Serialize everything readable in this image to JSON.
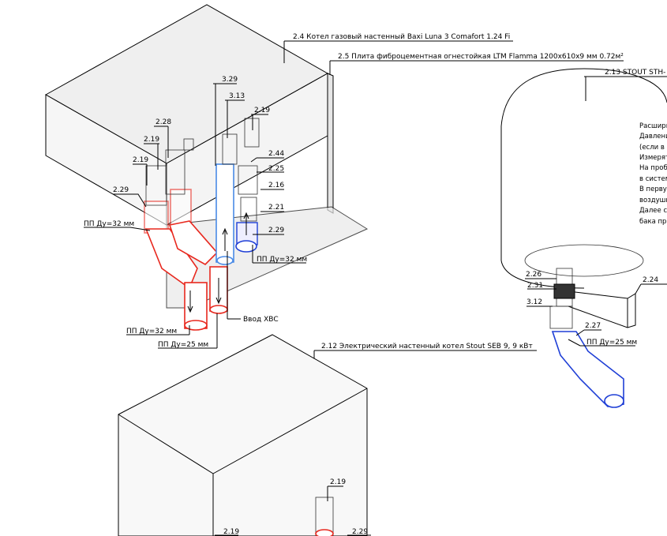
{
  "labels": {
    "boiler_gas": "2.4 Котел газовый настенный Baxi Luna 3 Comafort 1.24 Fi",
    "plate": "2.5 Плита фиброцементная огнестойкая LTM Flamma 1200х610х9 мм 0.72м²",
    "tank": "2.13 STOUT STH-",
    "boiler_el": "2.12 Электрический настенный котел Stout SEB 9, 9 кВт",
    "l_329": "3.29",
    "l_313": "3.13",
    "l_219a": "2.19",
    "l_228": "2.28",
    "l_219b": "2.19",
    "l_219c": "2.19",
    "l_244": "2.44",
    "l_225": "2.25",
    "l_216": "2.16",
    "l_221": "2.21",
    "l_229a": "2.29",
    "l_229b": "2.29",
    "pp32a": "ПП Ду=32 мм",
    "pp32b": "ПП Ду=32 мм",
    "pp32c": "ПП Ду=32 мм",
    "pp25a": "ПП Ду=25 мм",
    "pp25b": "ПП Ду=25 мм",
    "hvs": "Ввод ХВС",
    "l_226": "2.26",
    "l_231": "2.31",
    "l_312": "3.12",
    "l_227": "2.27",
    "l_224": "2.24",
    "l_219d": "2.19",
    "l_219e": "2.19",
    "l_229c": "2.29"
  },
  "notes": [
    "Расшири",
    "Давлени",
    "(если в с",
    "Измерят",
    "На пробл",
    "в систем",
    "В первун",
    "воздушн",
    "Далее с",
    "бака пр"
  ],
  "colors": {
    "supply": "#e8281e",
    "return": "#1f3fd6",
    "cold": "#4a8be6"
  }
}
